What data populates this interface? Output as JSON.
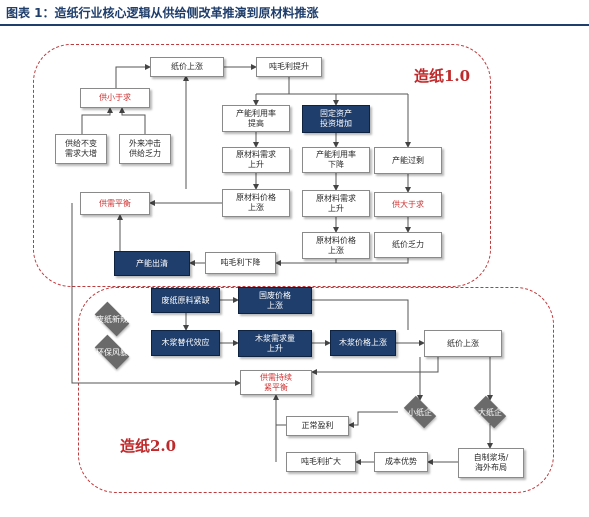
{
  "header": {
    "title": "图表 1：造纸行业核心逻辑从供给侧改革推演到原材料推涨"
  },
  "regions": {
    "one": {
      "title": "造纸1.0"
    },
    "two": {
      "title": "造纸2.0"
    }
  },
  "nodes": {
    "paper_price_up_1": "纸价上涨",
    "ton_profit_up": "吨毛利提升",
    "supply_short": "供小于求",
    "supply_insufficient": "供给不变\n需求大增",
    "import_shock": "外来冲击\n供给乏力",
    "capacity_util_up": "产能利用率\n提高",
    "fixed_asset_up": "固定资产\n投资增加",
    "raw_demand_up_1": "原材料需求\n上升",
    "capacity_util_down": "产能利用率\n下降",
    "overcapacity": "产能过剩",
    "raw_price_up_1": "原材料价格\n上涨",
    "raw_demand_up_2": "原材料需求\n上升",
    "supply_exceed": "供大于求",
    "balance_1": "供需平衡",
    "raw_price_up_2": "原材料价格\n上涨",
    "paper_price_weak": "纸价乏力",
    "capacity_clear": "产能出清",
    "ton_profit_down": "吨毛利下降",
    "waste_paper_short": "废纸原料紧缺",
    "domestic_price_up": "国废价格\n上涨",
    "wood_pulp_sub": "木浆替代效应",
    "wood_pulp_demand_up": "木浆需求量\n上升",
    "wood_pulp_price_up": "木浆价格上涨",
    "paper_price_up_2": "纸价上涨",
    "balance_2": "供需持续\n紧平衡",
    "normal_profit": "正常盈利",
    "ton_profit_expand": "吨毛利扩大",
    "cost_adv": "成本优势",
    "self_pulp": "自制浆场/\n海外布局"
  },
  "diamonds": {
    "waste_ban": "废纸新规",
    "env_storm": "环保风暴",
    "small_firms": "小纸企",
    "big_firms": "大纸企"
  },
  "colors": {
    "navy": "#1f3e6b",
    "red": "#c0292b",
    "gray": "#6a6a6a"
  }
}
